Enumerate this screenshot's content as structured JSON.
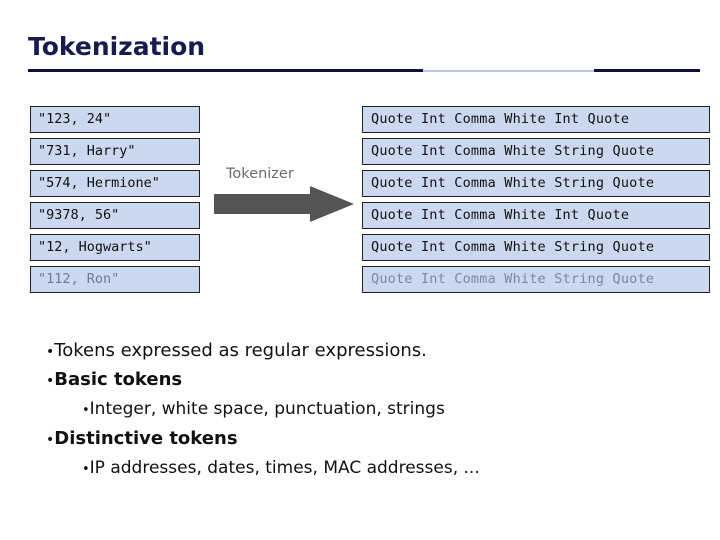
{
  "slide": {
    "title": "Tokenization",
    "arrow_label": "Tokenizer",
    "input_rows": [
      {
        "text": "\"123, 24\"",
        "faded": false
      },
      {
        "text": "\"731, Harry\"",
        "faded": false
      },
      {
        "text": "\"574, Hermione\"",
        "faded": false
      },
      {
        "text": "\"9378, 56\"",
        "faded": false
      },
      {
        "text": "\"12, Hogwarts\"",
        "faded": false
      },
      {
        "text": "\"112, Ron\"",
        "faded": true
      }
    ],
    "output_rows": [
      {
        "text": "Quote Int Comma White Int Quote",
        "faded": false
      },
      {
        "text": "Quote Int Comma White String Quote",
        "faded": false
      },
      {
        "text": "Quote Int Comma White String Quote",
        "faded": false
      },
      {
        "text": "Quote Int Comma White Int Quote",
        "faded": false
      },
      {
        "text": "Quote Int Comma White String Quote",
        "faded": false
      },
      {
        "text": "Quote Int Comma White String Quote",
        "faded": true
      }
    ],
    "bullets": [
      {
        "level": 1,
        "bullet": "•",
        "text": "Tokens expressed as regular expressions.",
        "bold": false
      },
      {
        "level": 1,
        "bullet": "•",
        "text": "Basic tokens",
        "bold": true
      },
      {
        "level": 2,
        "bullet": "•",
        "text": "Integer, white space, punctuation, strings",
        "bold": false
      },
      {
        "level": 1,
        "bullet": "•",
        "text": "Distinctive tokens",
        "bold": true
      },
      {
        "level": 2,
        "bullet": "•",
        "text": "IP addresses, dates, times, MAC addresses, ...",
        "bold": false
      }
    ]
  },
  "colors": {
    "box_fill": "#ccd8f0",
    "box_border": "#222222",
    "title": "#1a1a4e",
    "rule_dark": "#10103c",
    "rule_light": "#b9c6e8",
    "arrow": "#545454"
  }
}
